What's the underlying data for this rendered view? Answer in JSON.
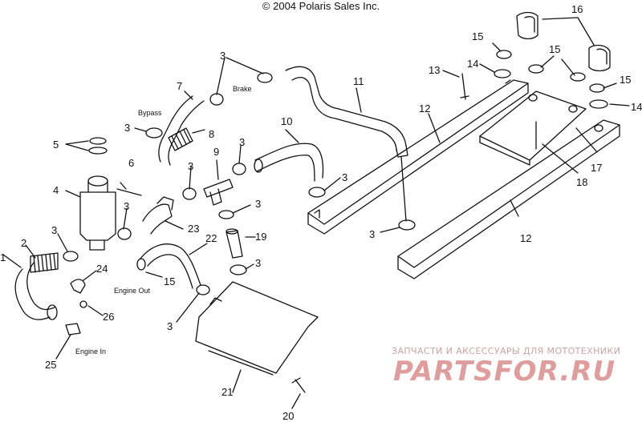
{
  "copyright": "© 2004 Polaris Sales Inc.",
  "labels": {
    "bypass": "Bypass",
    "brake": "Brake",
    "engine_out": "Engine Out",
    "engine_in": "Engine In"
  },
  "callouts": [
    "1",
    "2",
    "3",
    "3",
    "3",
    "3",
    "3",
    "3",
    "3",
    "3",
    "3",
    "3",
    "3",
    "4",
    "5",
    "6",
    "7",
    "8",
    "9",
    "10",
    "11",
    "12",
    "12",
    "13",
    "14",
    "14",
    "15",
    "15",
    "15",
    "15",
    "16",
    "17",
    "18",
    "19",
    "20",
    "21",
    "22",
    "23",
    "24",
    "25",
    "26"
  ],
  "watermark": {
    "caption": "ЗАПЧАСТИ И АКСЕССУАРЫ ДЛЯ МОТОТЕХНИКИ",
    "logo": "PARTSFOR.RU"
  }
}
